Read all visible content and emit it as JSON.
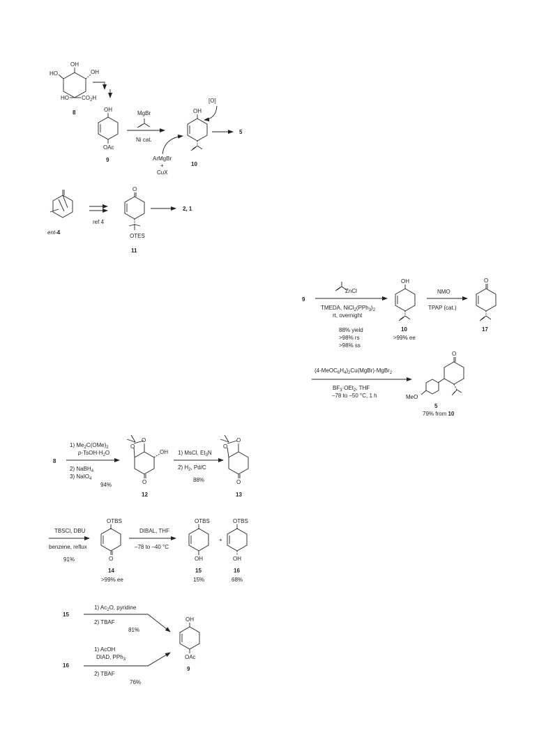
{
  "scheme1": {
    "c8_oh_top": "OH",
    "c8_ho_left": "HO",
    "c8_oh_right": "OH",
    "c8_ho_bottom": "HO",
    "c8_co2h": "CO",
    "c8_co2h_sub": "2",
    "c8_co2h_h": "H",
    "cmp8": "8",
    "c9_oh": "OH",
    "c9_oac": "OAc",
    "cmp9": "9",
    "grignard": "MgBr",
    "nicat": "Ni cat.",
    "c10_oh": "OH",
    "oxidant": "[O]",
    "armgbr": "ArMgBr",
    "plus": "+",
    "cux": "CuX",
    "cmp10": "10",
    "product5": "5"
  },
  "scheme2": {
    "ent4_ent": "ent",
    "ent4_num": "-4",
    "ref4": "ref 4",
    "c11_o": "O",
    "c11_otes": "OTES",
    "cmp11": "11",
    "products": "2, 1"
  },
  "scheme3": {
    "start9": "9",
    "znreagent": "ZnCl",
    "cond_a1": "TMEDA, NiCl",
    "cond_a1_sub": "2",
    "cond_a1_b": "(PPh",
    "cond_a1_sub2": "3",
    "cond_a1_c": ")",
    "cond_a1_sub3": "2",
    "cond_a2": "rt, overnight",
    "yield1": "88% yield",
    "rs": ">98% rs",
    "ss": ">98% ss",
    "c10_oh": "OH",
    "cmp10": "10",
    "ee10": ">99% ee",
    "nmo": "NMO",
    "tpap": "TPAP (cat.)",
    "c17_o": "O",
    "cmp17": "17",
    "cuprate_a": "(4-MeOC",
    "cuprate_s1": "6",
    "cuprate_b": "H",
    "cuprate_s2": "4",
    "cuprate_c": ")",
    "cuprate_s3": "2",
    "cuprate_d": "Cu(MgBr)·MgBr",
    "cuprate_s4": "2",
    "bf3_a": "BF",
    "bf3_s": "3",
    "bf3_b": "·OEt",
    "bf3_s2": "2",
    "bf3_c": ", THF",
    "temp": "–78 to –50 °C, 1 h",
    "c5_o": "O",
    "meo": "MeO",
    "cmp5": "5",
    "yield5_a": "79% from ",
    "yield5_b": "10"
  },
  "scheme4": {
    "start8": "8",
    "step1_a": "1) Me",
    "step1_s": "2",
    "step1_b": "C(OMe)",
    "step1_s2": "2",
    "step1_c": "p",
    "step1_d": "-TsOH·H",
    "step1_s3": "2",
    "step1_e": "O",
    "step2_a": "2) NaBH",
    "step2_s": "4",
    "step3_a": "3) NaIO",
    "step3_s": "4",
    "yield12": "94%",
    "c12_oh": "OH",
    "c12_o1": "O",
    "c12_o2": "O",
    "c12_o3": "O",
    "cmp12": "12",
    "ms_a": "1) MsCl, Et",
    "ms_s": "3",
    "ms_b": "N",
    "h2_a": "2) H",
    "h2_s": "2",
    "h2_b": ", Pd/C",
    "yield13": "88%",
    "c13_o1": "O",
    "c13_o2": "O",
    "c13_o3": "O",
    "cmp13": "13"
  },
  "scheme5": {
    "tbscl": "TBSCl, DBU",
    "benzene": "benzene, reflux",
    "yield14": "91%",
    "c14_otbs": "OTBS",
    "c14_o": "O",
    "cmp14": "14",
    "ee14": ">99% ee",
    "dibal": "DIBAL, THF",
    "temp": "–78 to –40 °C",
    "c15_otbs": "OTBS",
    "c15_oh": "OH",
    "cmp15": "15",
    "y15": "15%",
    "plus": "+",
    "c16_otbs": "OTBS",
    "c16_oh": "OH",
    "cmp16": "16",
    "y16": "68%"
  },
  "scheme6": {
    "start15": "15",
    "ac2o_a": "1) Ac",
    "ac2o_s": "2",
    "ac2o_b": "O, pyridine",
    "tbaf1": "2) TBAF",
    "y1": "81%",
    "start16": "16",
    "acoh": "1) AcOH",
    "diad_a": "DIAD, PPh",
    "diad_s": "3",
    "tbaf2": "2) TBAF",
    "y2": "76%",
    "c9_oh": "OH",
    "c9_oac": "OAc",
    "cmp9": "9"
  }
}
